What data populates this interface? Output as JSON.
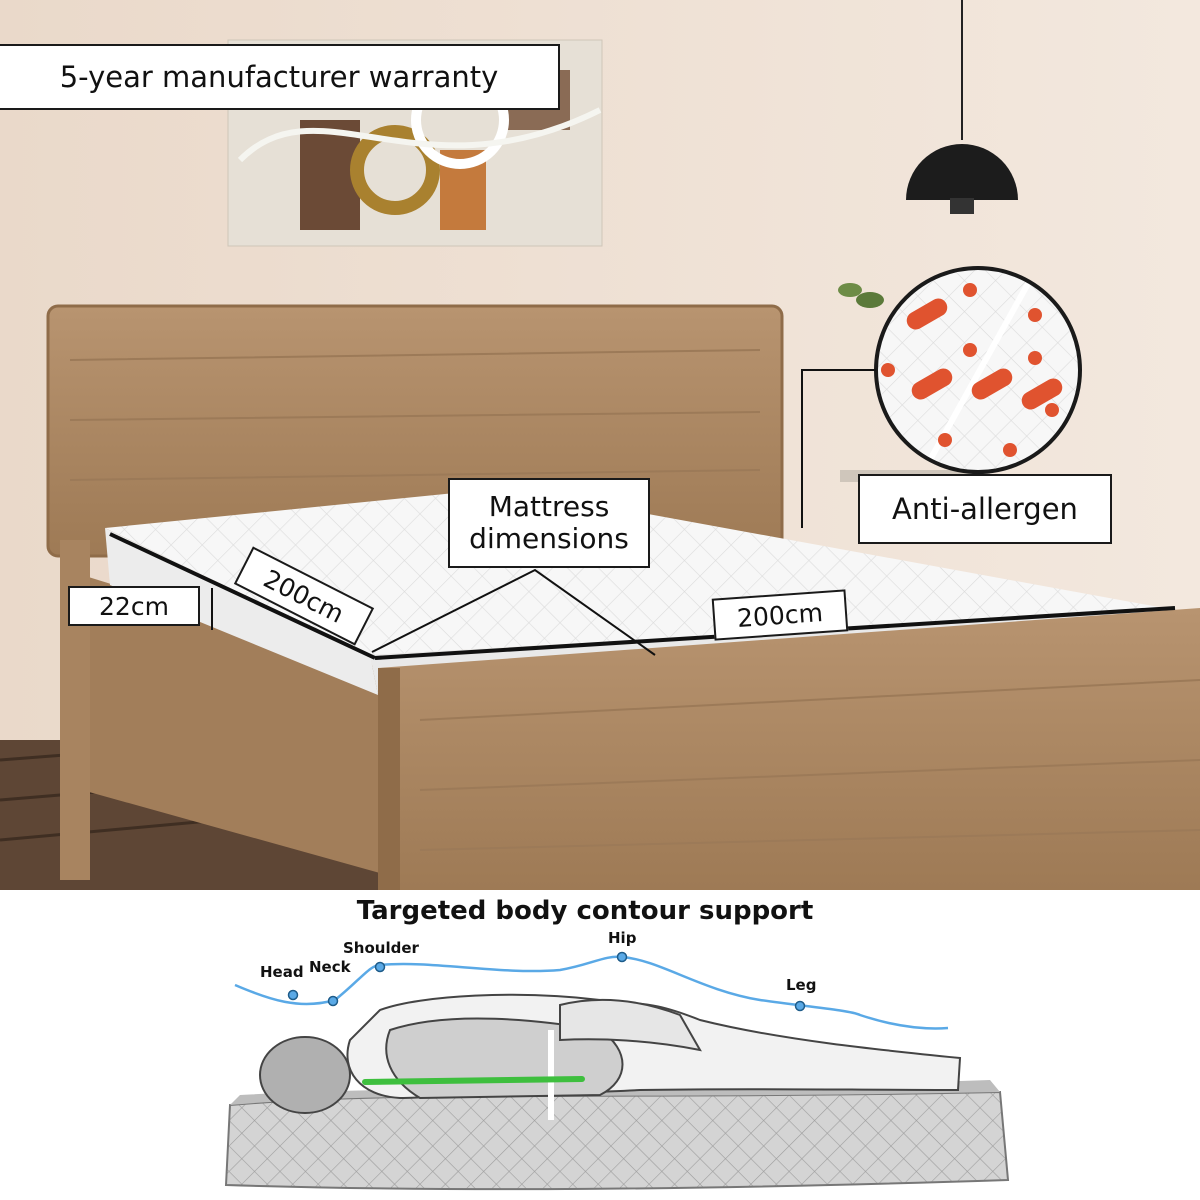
{
  "callouts": {
    "warranty": "5-year manufacturer warranty",
    "dimensions_line1": "Mattress",
    "dimensions_line2": "dimensions",
    "anti_allergen": "Anti-allergen",
    "thickness": "22cm",
    "length": "200cm",
    "width": "200cm"
  },
  "contour": {
    "title": "Targeted body contour support",
    "zones": {
      "head": "Head",
      "neck": "Neck",
      "shoulder": "Shoulder",
      "hip": "Hip",
      "leg": "Leg"
    }
  },
  "colors": {
    "wall": "#efe2d6",
    "wood": "#b08a63",
    "wood_dark": "#8f6c49",
    "mattress": "#f7f7f7",
    "contour_line": "#5aa9e6",
    "spine_marker": "#3ebf3e",
    "bacteria": "#e0532f"
  }
}
